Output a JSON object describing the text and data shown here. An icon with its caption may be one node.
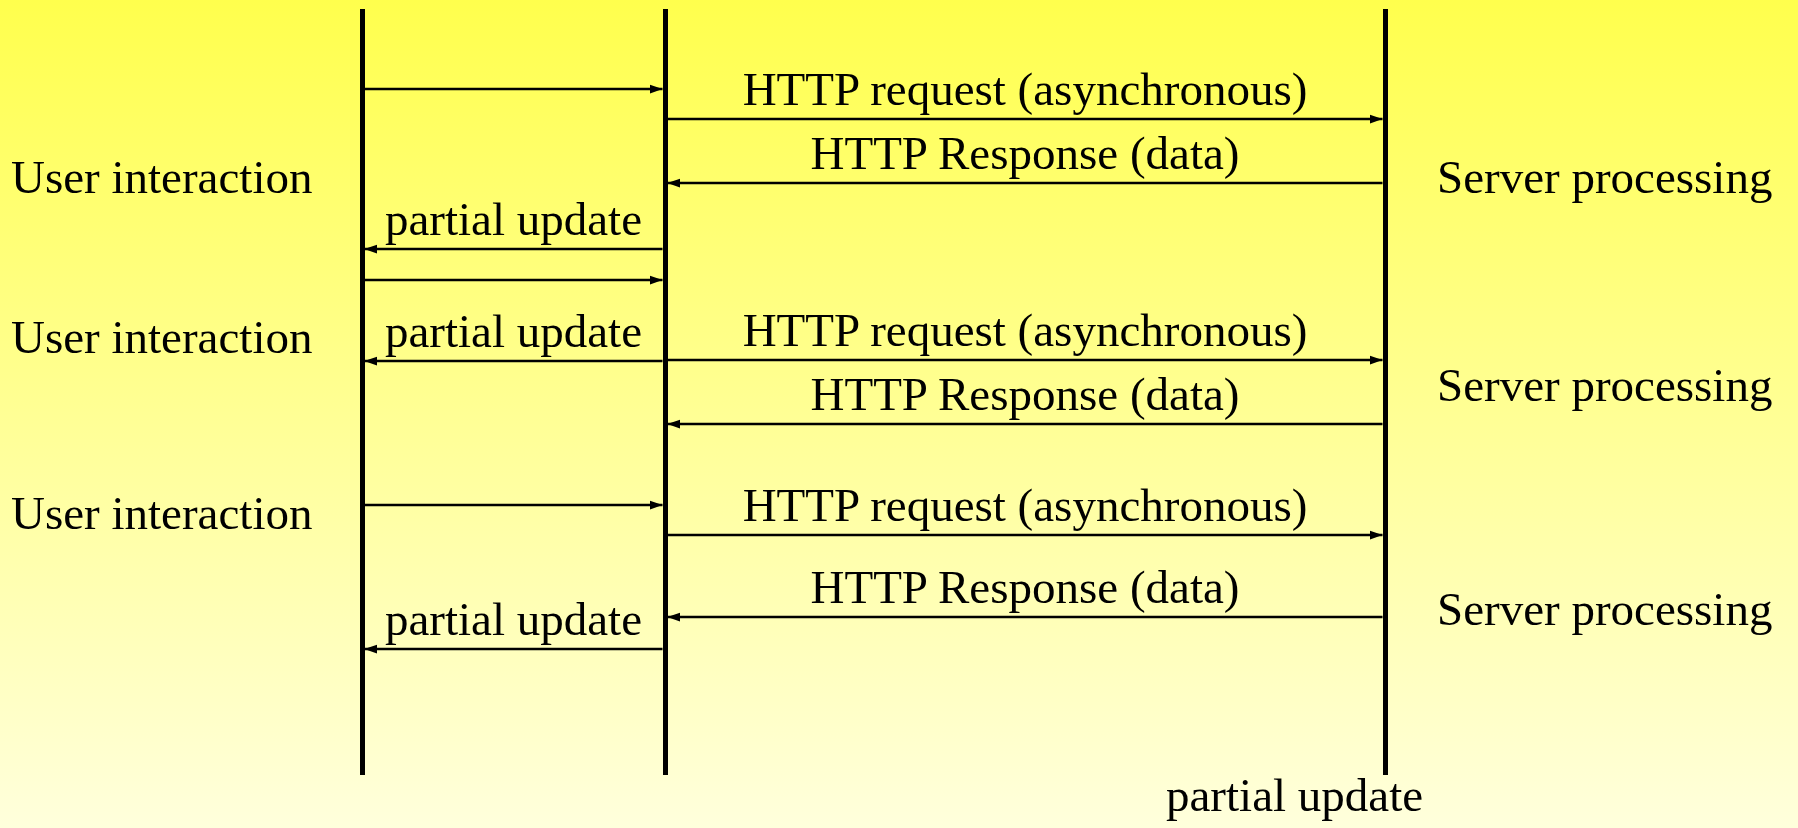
{
  "diagram": {
    "nodes": [
      {
        "text": [],
        "shape": "bar"
      },
      {
        "text": [],
        "shape": "bar"
      },
      {
        "text": [],
        "shape": "bar"
      }
    ],
    "edges": [
      {
        "from": 0,
        "to": 1,
        "arrow": "to"
      },
      {
        "from": 1,
        "to": 2,
        "arrow": "to",
        "label": "HTTP request (asynchronous)"
      },
      {
        "from": 2,
        "to": 1,
        "arrow": "to",
        "label": "HTTP Response (data)"
      },
      {
        "from": 1,
        "to": 0,
        "arrow": "to",
        "label": "partial update"
      },
      {
        "from": 0,
        "to": 1,
        "arrow": "to"
      },
      {
        "from": 1,
        "to": 0,
        "arrow": "to",
        "label": "partial update"
      },
      {
        "from": 1,
        "to": 2,
        "arrow": "to",
        "label": "HTTP request (asynchronous)"
      },
      {
        "from": 2,
        "to": 1,
        "arrow": "to",
        "label": "HTTP Response (data)"
      },
      {
        "from": 0,
        "to": 1,
        "arrow": "to"
      },
      {
        "from": 1,
        "to": 2,
        "arrow": "to",
        "label": "HTTP request (asynchronous)"
      },
      {
        "from": 2,
        "to": 1,
        "arrow": "to",
        "label": "HTTP Response (data)"
      },
      {
        "from": 1,
        "to": 0,
        "arrow": "to",
        "label": "partial update"
      }
    ],
    "labels": [
      "User interaction",
      "Server processing",
      "User interaction",
      "Server processing",
      "User interaction",
      "Server processing",
      "partial update"
    ]
  }
}
